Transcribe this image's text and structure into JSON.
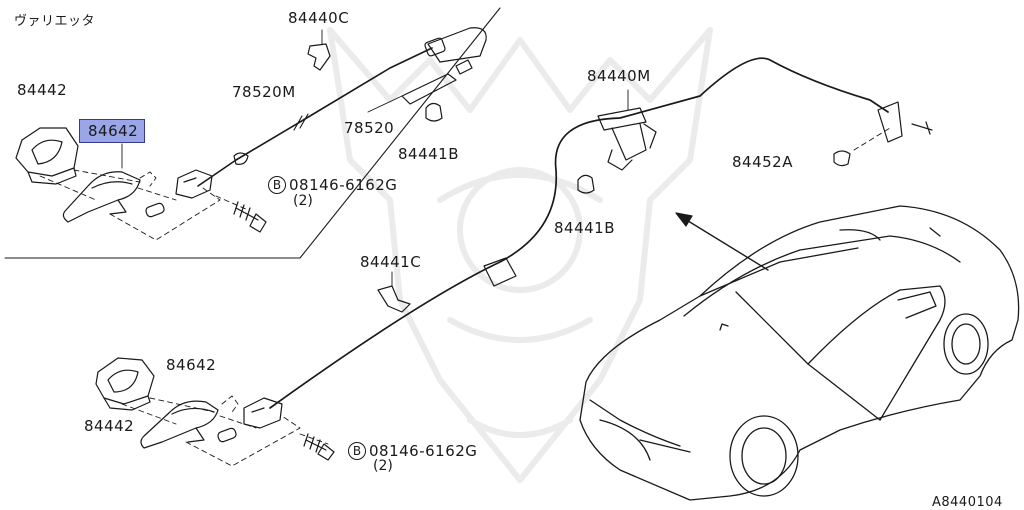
{
  "variant_label": "ヴァリエッタ",
  "callouts": {
    "p84440c": "84440C",
    "p84442_top": "84442",
    "p84642_top": "84642",
    "p78520m": "78520M",
    "p78520": "78520",
    "p84441b_left": "84441B",
    "bolt_top_code": "08146-6162G",
    "bolt_top_qty": "(2)",
    "bolt_symbol": "B",
    "p84440m": "84440M",
    "p84452a": "84452A",
    "p84441b_right": "84441B",
    "p84441c": "84441C",
    "p84642_bottom": "84642",
    "p84442_bottom": "84442",
    "bolt_bottom_code": "08146-6162G",
    "bolt_bottom_qty": "(2)"
  },
  "highlighted_part": "84642",
  "figure_id": "A8440104",
  "colors": {
    "line": "#1a1a1a",
    "highlight": "#9aa6e8",
    "watermark": "#ebebeb"
  }
}
